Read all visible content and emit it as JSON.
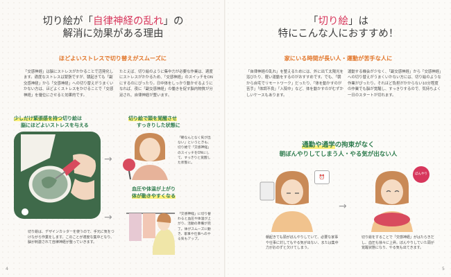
{
  "left_page": {
    "heading": {
      "part1": "切り絵が「",
      "highlight": "自律神経の乱れ",
      "part2": "」の",
      "line2": "解消に効果がある理由"
    },
    "subheading": "ほどよいストレスで切り替えがスムーズに",
    "para1": "「交感神経」は脳にストレスがかかることで活発化します。適度なストレスは緊張ですが、朝起きても「副交感神経」から「交感神経」への切り替えがうまくいかない方は、ほどよくストレスをかけることで「交感神経」を優位にさせると効果的です。",
    "para2": "たとえば、切り絵のように集中力が必要な作業は、適度にストレスがかかるため、「交感神経」のスイッチをONにするのにぴったり。日中体をしっかり動かせるようになれば、夜に「副交感神経」の働きを促す脳内物質が分泌され、自律神経が整います。",
    "callout_left": {
      "line1": "少しだけ緊張感を持つ",
      "line1b": "切り絵は",
      "line2": "脳にほどよいストレスを与える"
    },
    "callout_right_top": {
      "line1": "切り絵で頭を覚醒させ",
      "line2": "すっきりした状態に"
    },
    "callout_right_bottom": {
      "line1": "血圧や体温が上がり",
      "line2": "体が動きやすくなる"
    },
    "bubble_top": "「朝なんとなく気が出ない」というときも、切り絵で「交感神経」のスイッチをONにして、すっきりと覚醒した状態に。",
    "bubble_bottom": "「交感神経」に切り替わると血圧や体温が上がり、活動の準備が完了。体がスムーズに動き、家事や仕事へのやる気もアップ。",
    "caption": "切り絵は、デザインカッターを使うので、手元に気をつけながら作業をします。このことが適度な集中となり、脳が刺激されて自律神経が整っていきます。",
    "page_number": "4"
  },
  "right_page": {
    "heading": {
      "part1": "「",
      "highlight": "切り絵",
      "part2": "」は",
      "line2": "特にこんな人におすすめ！"
    },
    "subheading": "家にいる時間が長い人・運動が苦手な人に",
    "para1": "「自律神経の乱れ」を整えるためには、外に出て太陽光を浴びたり、軽い運動をするのがおすすめです。でも、「朝から自宅でリモートワーク」だったり、「体を動かすのが苦手」「体調不良」「入院中」など、体を動かすのがむずかしいケースもあります。",
    "para2": "運動する機会が少なく、「副交感神経」から「交感神経」への切り替えがうまくいかない方には、切り絵のような作業がぴったり。それほど負担がかからない10分程度の作業でも脳が覚醒し、すっきりするので、気持ちよく一日のスタートが切れます。",
    "callout": {
      "line1a": "通勤や通学",
      "line1b": "の拘束がなく",
      "line2": "朝ぼんやりしてしまう人・やる気が出ない人"
    },
    "bubble1": "朝起きても頭がぼんやりしていて、必要な家事や仕事に対してもやる気が出ない、または集中力がおのずと欠けてしまう。",
    "bubble2": "切り絵をすることで「交感神経」がはたらきだし、血圧も徐々に上昇。ぼんやりしていた頭が覚醒状態になり、やる気も出てきます。",
    "badge_label": "ぼんやり",
    "page_number": "5"
  },
  "colors": {
    "pink": "#d7375c",
    "orange": "#e2762a",
    "green": "#2b7a4b",
    "yellow": "#fff07a"
  }
}
